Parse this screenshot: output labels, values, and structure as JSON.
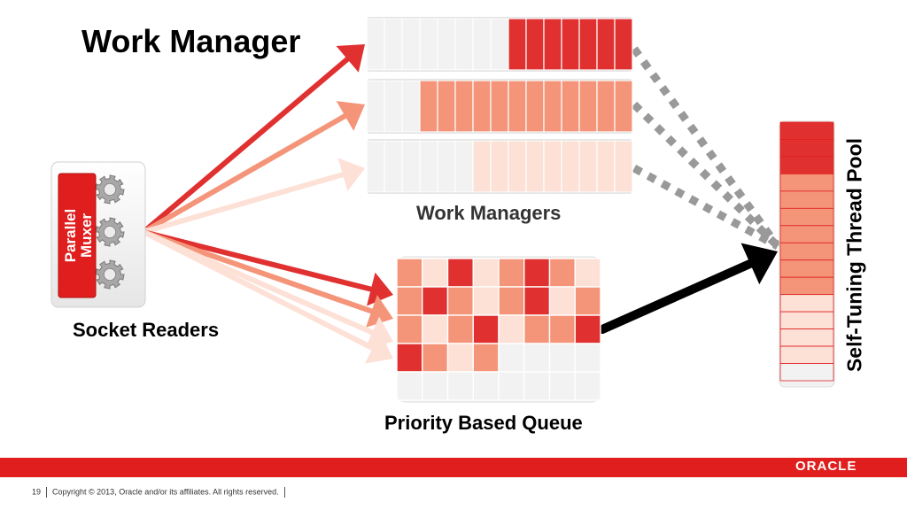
{
  "title": "Work Manager",
  "labels": {
    "work_managers": "Work Managers",
    "socket_readers": "Socket Readers",
    "priority_queue": "Priority Based Queue",
    "thread_pool": "Self-Tuning Thread Pool",
    "muxer_line1": "Parallel",
    "muxer_line2": "Muxer"
  },
  "footer": {
    "page_number": "19",
    "copyright": "Copyright © 2013, Oracle and/or its affiliates. All rights reserved.",
    "logo": "ORACLE"
  },
  "colors": {
    "dark_red": "#e03030",
    "medium_salmon": "#f4957a",
    "light_pink": "#fde0d6",
    "empty": "#f2f2f2",
    "footer_red": "#e01e1e",
    "arrow_black": "#000000",
    "dashed_gray": "#999999"
  },
  "work_managers": [
    {
      "cells": 15,
      "filled": 7,
      "fill": "dark_red"
    },
    {
      "cells": 15,
      "filled": 12,
      "fill": "medium_salmon"
    },
    {
      "cells": 15,
      "filled": 9,
      "fill": "light_pink"
    }
  ],
  "priority_queue": {
    "rows": [
      [
        "medium_salmon",
        "light_pink",
        "dark_red",
        "light_pink",
        "medium_salmon",
        "dark_red",
        "medium_salmon",
        "light_pink"
      ],
      [
        "medium_salmon",
        "dark_red",
        "medium_salmon",
        "light_pink",
        "medium_salmon",
        "dark_red",
        "light_pink",
        "medium_salmon"
      ],
      [
        "medium_salmon",
        "light_pink",
        "medium_salmon",
        "dark_red",
        "light_pink",
        "medium_salmon",
        "medium_salmon",
        "dark_red"
      ],
      [
        "dark_red",
        "medium_salmon",
        "light_pink",
        "medium_salmon",
        "empty",
        "empty",
        "empty",
        "empty"
      ],
      [
        "empty",
        "empty",
        "empty",
        "empty",
        "empty",
        "empty",
        "empty",
        "empty"
      ]
    ]
  },
  "thread_pool": {
    "cells": [
      "dark_red",
      "dark_red",
      "dark_red",
      "medium_salmon",
      "medium_salmon",
      "medium_salmon",
      "medium_salmon",
      "medium_salmon",
      "medium_salmon",
      "medium_salmon",
      "light_pink",
      "light_pink",
      "light_pink",
      "light_pink",
      "empty"
    ]
  }
}
